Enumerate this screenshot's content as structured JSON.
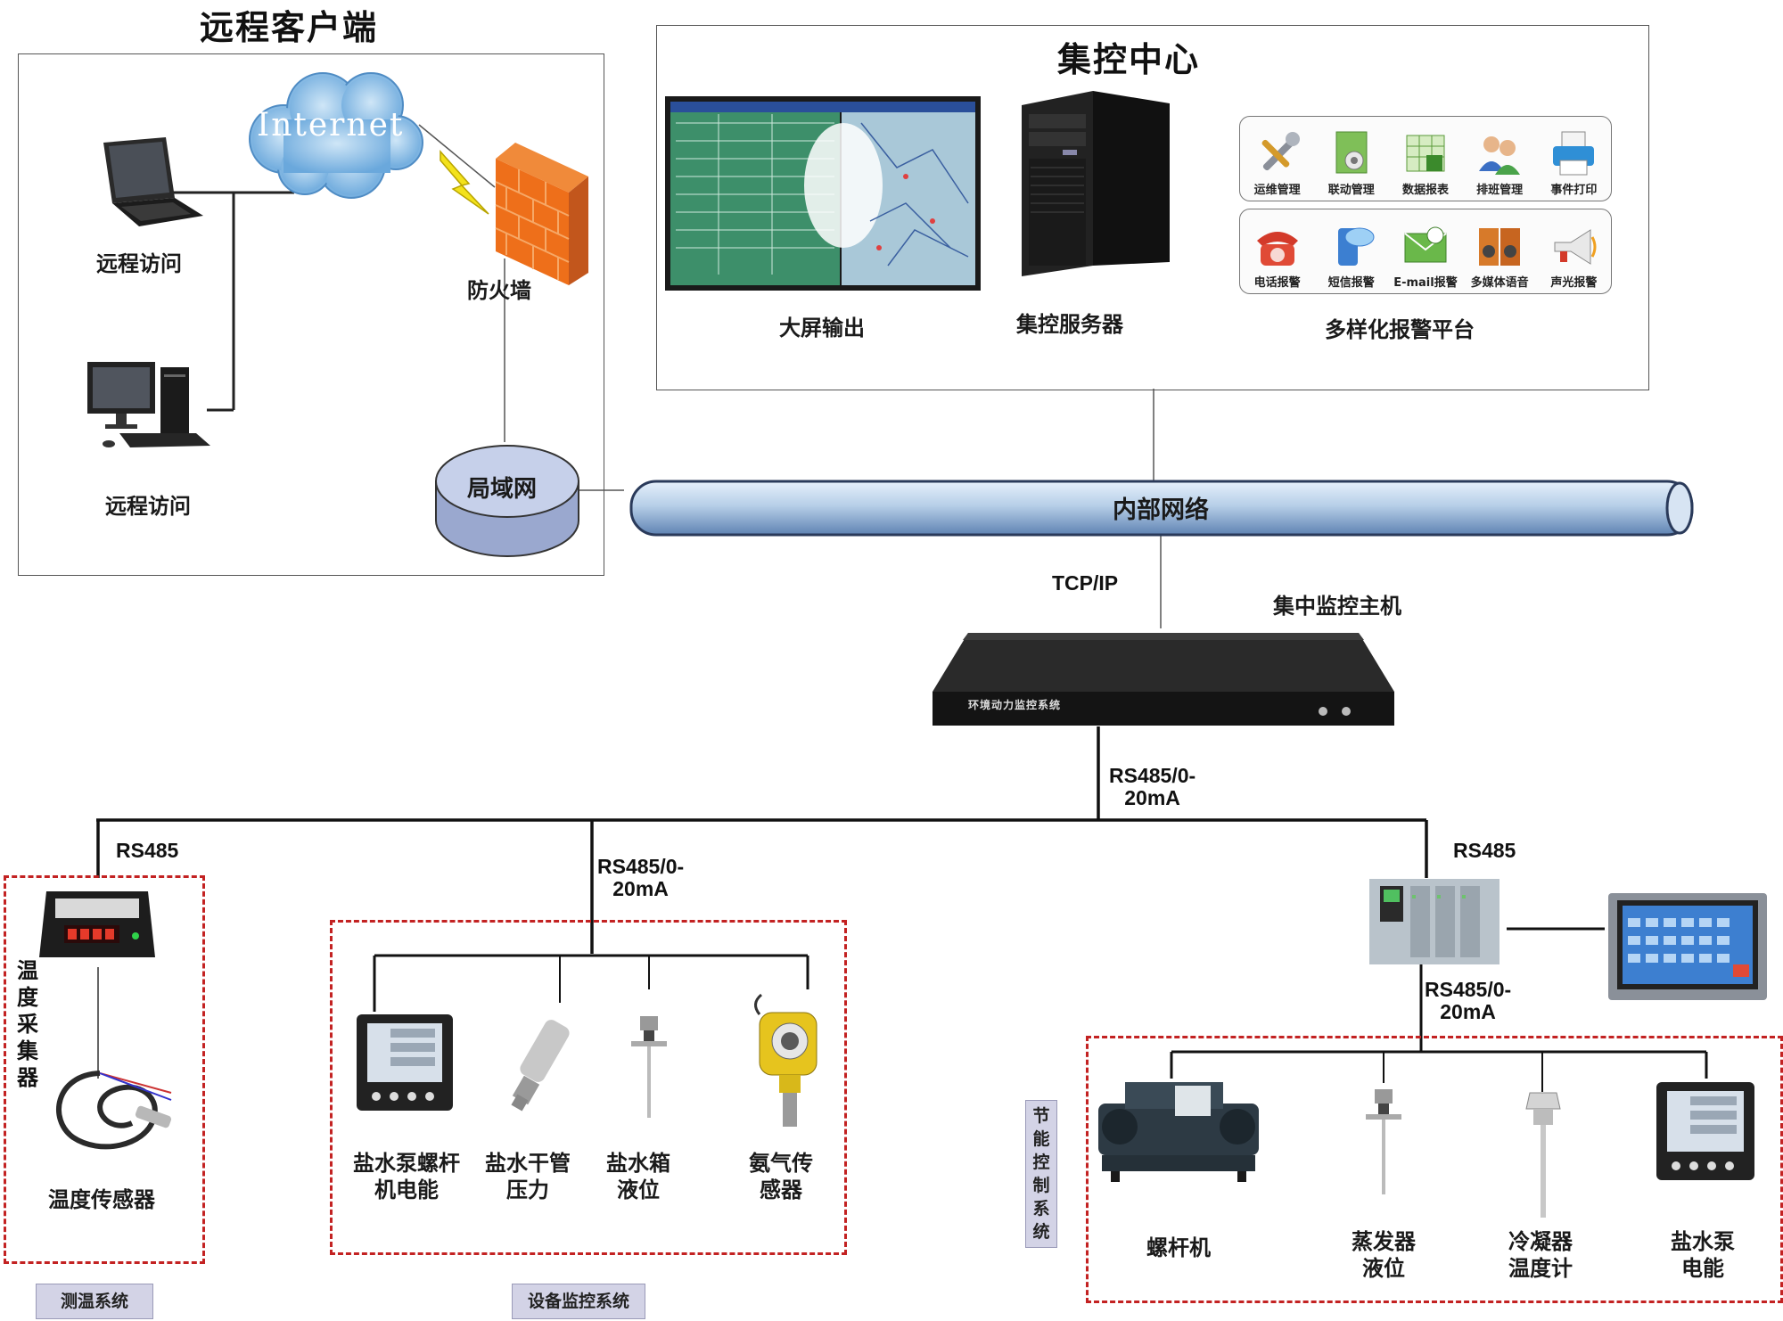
{
  "remote": {
    "title": "远程客户端",
    "internet": "Internet",
    "access1": "远程访问",
    "access2": "远程访问",
    "firewall": "防火墙",
    "lan": "局域网"
  },
  "center": {
    "title": "集控中心",
    "screen": "大屏输出",
    "server": "集控服务器",
    "platform": "多样化报警平台",
    "platform_items_top": [
      "运维管理",
      "联动管理",
      "数据报表",
      "排班管理",
      "事件打印"
    ],
    "platform_items_bottom": [
      "电话报警",
      "短信报警",
      "E-mail报警",
      "多媒体语音",
      "声光报警"
    ]
  },
  "network": {
    "bus": "内部网络",
    "tcp": "TCP/IP",
    "host": "集中监控主机",
    "host_front": "环境动力监控系统"
  },
  "links": {
    "host_down": [
      "RS485/0-",
      "20mA"
    ],
    "left": "RS485",
    "mid": [
      "RS485/0-",
      "20mA"
    ],
    "right": "RS485",
    "plc_down": [
      "RS485/0-",
      "20mA"
    ]
  },
  "temp_system": {
    "collector": [
      "温",
      "度",
      "采",
      "集",
      "器"
    ],
    "sensor": "温度传感器",
    "tag": "测温系统"
  },
  "device_system": {
    "items": [
      [
        "盐水泵螺杆",
        "机电能"
      ],
      [
        "盐水干管",
        "压力"
      ],
      [
        "盐水箱",
        "液位"
      ],
      [
        "氨气传",
        "感器"
      ]
    ],
    "tag": "设备监控系统"
  },
  "energy_system": {
    "tag": [
      "节",
      "能",
      "控",
      "制",
      "系",
      "统"
    ],
    "items": [
      [
        "螺杆机"
      ],
      [
        "蒸发器",
        "液位"
      ],
      [
        "冷凝器",
        "温度计"
      ],
      [
        "盐水泵",
        "电能"
      ]
    ]
  }
}
